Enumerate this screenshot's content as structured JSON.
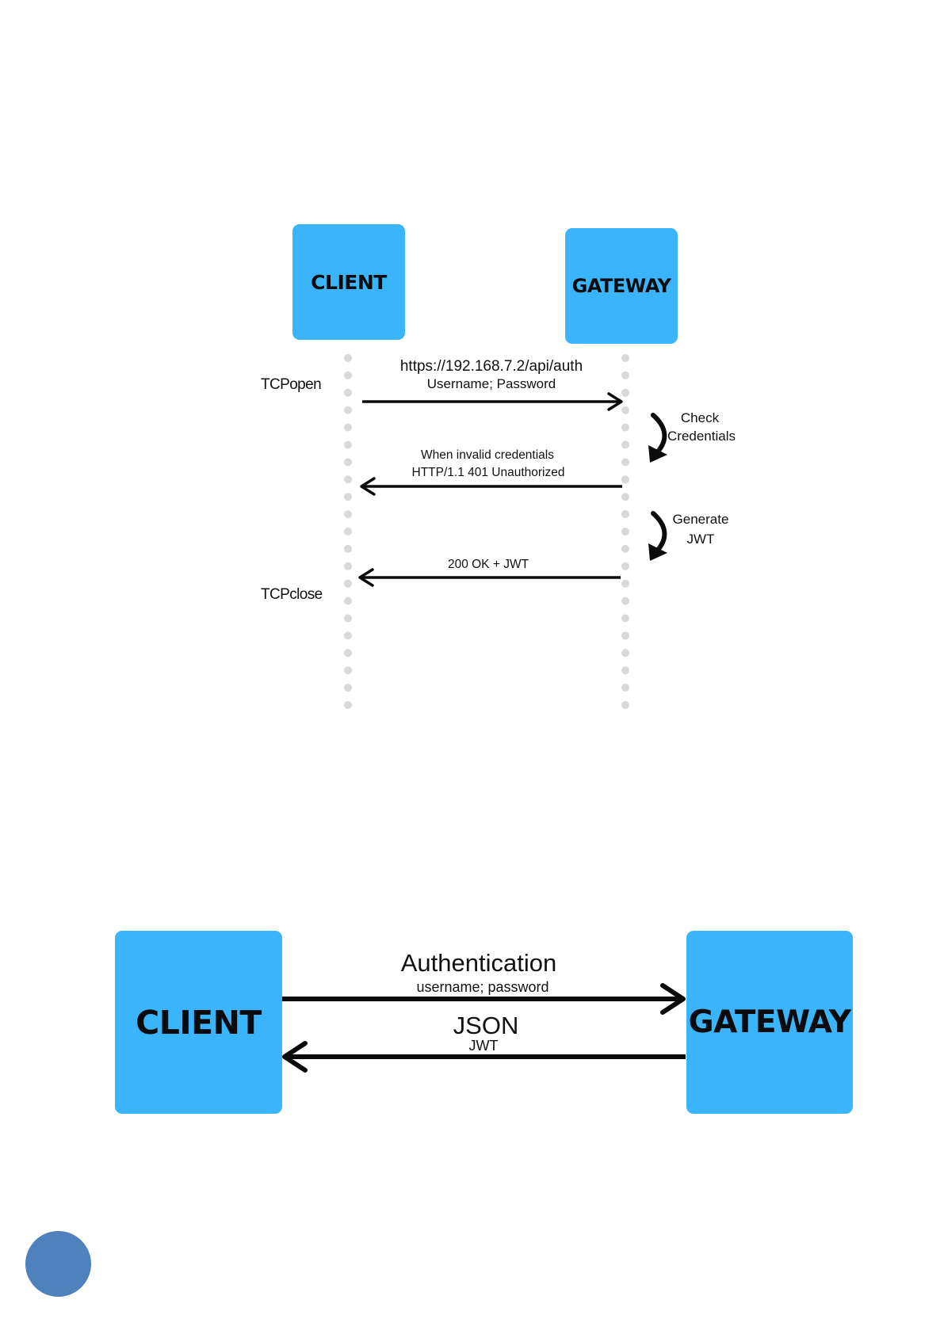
{
  "sequence": {
    "client_label": "CLIENT",
    "gateway_label": "GATEWAY",
    "tcp_open": "TCPopen",
    "tcp_close": "TCPclose",
    "request": {
      "line1": "https://192.168.7.2/api/auth",
      "line2": "Username; Password"
    },
    "check": {
      "line1": "Check",
      "line2": "Credentials"
    },
    "unauthorized": {
      "line1": "When invalid credentials",
      "line2": "HTTP/1.1 401 Unauthorized"
    },
    "generate": {
      "line1": "Generate",
      "line2": "JWT"
    },
    "ok": "200 OK + JWT"
  },
  "overview": {
    "client_label": "CLIENT",
    "gateway_label": "GATEWAY",
    "auth_title": "Authentication",
    "auth_sub": "username; password",
    "json_title": "JSON",
    "json_sub": "JWT"
  },
  "colors": {
    "box": "#3ab4fb",
    "lifeline_dot": "#d9d9d9",
    "arrow": "#0b0b0b",
    "bullet": "#4f81bd"
  }
}
